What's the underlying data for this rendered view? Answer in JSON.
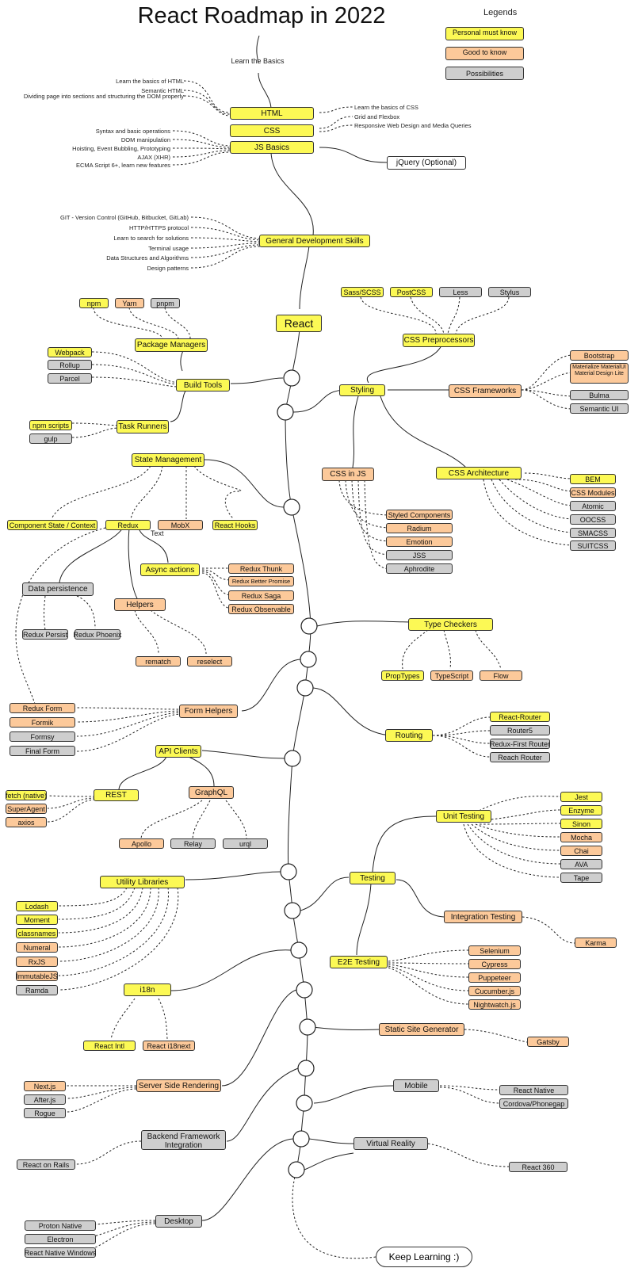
{
  "title": "React Roadmap in 2022",
  "legend": {
    "title": "Legends",
    "items": [
      {
        "label": "Personal must know",
        "color": "#fcf955"
      },
      {
        "label": "Good to know",
        "color": "#fcc99a"
      },
      {
        "label": "Possibilities",
        "color": "#cecece"
      }
    ]
  },
  "learn_the_basics": "Learn the Basics",
  "nodes": {
    "html": "HTML",
    "css": "CSS",
    "js_basics": "JS Basics",
    "jquery": "jQuery (Optional)",
    "general_dev": "General Development Skills",
    "react": "React",
    "package_managers": "Package Managers",
    "npm": "npm",
    "yarn": "Yarn",
    "pnpm": "pnpm",
    "build_tools": "Build Tools",
    "webpack": "Webpack",
    "rollup": "Rollup",
    "parcel": "Parcel",
    "task_runners": "Task Runners",
    "npm_scripts": "npm scripts",
    "gulp": "gulp",
    "styling": "Styling",
    "css_preprocessors": "CSS Preprocessors",
    "sass": "Sass/SCSS",
    "postcss": "PostCSS",
    "less": "Less",
    "stylus": "Stylus",
    "css_frameworks": "CSS Frameworks",
    "bootstrap": "Bootstrap",
    "materialize": "Materialize MaterialUI Material Design Lite",
    "bulma": "Bulma",
    "semantic_ui": "Semantic UI",
    "css_in_js": "CSS in JS",
    "styled_components": "Styled Components",
    "radium": "Radium",
    "emotion": "Emotion",
    "jss": "JSS",
    "aphrodite": "Aphrodite",
    "css_architecture": "CSS Architecture",
    "bem": "BEM",
    "css_modules": "CSS Modules",
    "atomic": "Atomic",
    "oocss": "OOCSS",
    "smacss": "SMACSS",
    "suitcss": "SUITCSS",
    "state_management": "State Management",
    "component_state": "Component State / Context",
    "redux": "Redux",
    "mobx": "MobX",
    "react_hooks": "React Hooks",
    "text": "Text",
    "async_actions": "Async actions",
    "redux_thunk": "Redux Thunk",
    "redux_better_promise": "Redux Better Promise",
    "redux_saga": "Redux Saga",
    "redux_observable": "Redux Observable",
    "data_persistence": "Data persistence",
    "redux_persist": "Redux Persist",
    "redux_phoenix": "Redux Phoenix",
    "helpers": "Helpers",
    "rematch": "rematch",
    "reselect": "reselect",
    "type_checkers": "Type Checkers",
    "proptypes": "PropTypes",
    "typescript": "TypeScript",
    "flow": "Flow",
    "form_helpers": "Form Helpers",
    "redux_form": "Redux Form",
    "formik": "Formik",
    "formsy": "Formsy",
    "final_form": "Final Form",
    "routing": "Routing",
    "react_router": "React-Router",
    "router5": "Router5",
    "redux_first_router": "Redux-First Router",
    "reach_router": "Reach Router",
    "api_clients": "API Clients",
    "rest": "REST",
    "fetch": "fetch (native)",
    "superagent": "SuperAgent",
    "axios": "axios",
    "graphql": "GraphQL",
    "apollo": "Apollo",
    "relay": "Relay",
    "urql": "urql",
    "utility_libraries": "Utility Libraries",
    "lodash": "Lodash",
    "moment": "Moment",
    "classnames": "classnames",
    "numeral": "Numeral",
    "rxjs": "RxJS",
    "immutablejs": "ImmutableJS",
    "ramda": "Ramda",
    "testing": "Testing",
    "unit_testing": "Unit Testing",
    "jest": "Jest",
    "enzyme": "Enzyme",
    "sinon": "Sinon",
    "mocha": "Mocha",
    "chai": "Chai",
    "ava": "AVA",
    "tape": "Tape",
    "integration_testing": "Integration Testing",
    "karma": "Karma",
    "e2e_testing": "E2E Testing",
    "selenium": "Selenium",
    "cypress": "Cypress",
    "puppeteer": "Puppeteer",
    "cucumber": "Cucumber.js",
    "nightwatch": "Nightwatch.js",
    "i18n": "i18n",
    "react_intl": "React Intl",
    "react_i18next": "React i18next",
    "static_site_generator": "Static Site Generator",
    "gatsby": "Gatsby",
    "ssr": "Server Side Rendering",
    "nextjs": "Next.js",
    "afterjs": "After.js",
    "rogue": "Rogue",
    "mobile": "Mobile",
    "react_native": "React Native",
    "cordova": "Cordova/Phonegap",
    "backend_integration": "Backend Framework Integration",
    "react_on_rails": "React on Rails",
    "vr": "Virtual Reality",
    "react_360": "React 360",
    "desktop": "Desktop",
    "proton_native": "Proton Native",
    "electron": "Electron",
    "react_native_windows": "React Native Windows",
    "keep_learning": "Keep Learning :)"
  },
  "labels": {
    "html_basics": "Learn the basics of HTML",
    "semantic_html": "Semantic HTML",
    "dom_structuring": "Dividing page into sections and structuring the DOM properly",
    "css_basics": "Learn the basics of CSS",
    "grid_flexbox": "Grid and Flexbox",
    "responsive": "Responsive Web Design and Media Queries",
    "syntax": "Syntax and basic operations",
    "dom_manipulation": "DOM manipulation",
    "hoisting": "Hoisting, Event Bubbling, Prototyping",
    "ajax": "AJAX (XHR)",
    "ecma": "ECMA Script 6+, learn new features",
    "git": "GIT - Version Control (GitHub, Bitbucket, GitLab)",
    "http": "HTTP/HTTPS protocol",
    "search": "Learn to search for solutions",
    "terminal": "Terminal usage",
    "dsa": "Data Structures and Algorithms",
    "design_patterns": "Design patterns"
  }
}
